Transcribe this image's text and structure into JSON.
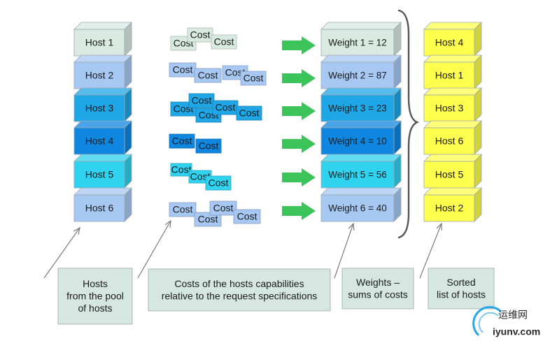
{
  "hosts": [
    {
      "label": "Host 1",
      "color": "#d9eae3"
    },
    {
      "label": "Host 2",
      "color": "#a7c8f2"
    },
    {
      "label": "Host 3",
      "color": "#1ea6e6"
    },
    {
      "label": "Host 4",
      "color": "#0f86e0"
    },
    {
      "label": "Host 5",
      "color": "#2fd2ef"
    },
    {
      "label": "Host 6",
      "color": "#a7c8f2"
    }
  ],
  "cost_word": "Cost",
  "weights": [
    "Weight 1 = 12",
    "Weight 2 = 87",
    "Weight 3 = 23",
    "Weight 4 = 10",
    "Weight 5 = 56",
    "Weight 6 = 40"
  ],
  "sorted_hosts": [
    "Host 4",
    "Host 1",
    "Host 3",
    "Host 6",
    "Host 5",
    "Host 2"
  ],
  "sorted_color": "#ffff4d",
  "arrow_color": "#3cc35a",
  "callouts": [
    {
      "key": "hosts",
      "lines": [
        "Hosts",
        "from the pool",
        "of hosts"
      ]
    },
    {
      "key": "costs",
      "lines": [
        "Costs of the hosts capabilities",
        "relative to the request specifications"
      ]
    },
    {
      "key": "weights",
      "lines": [
        "Weights –",
        "sums of costs"
      ]
    },
    {
      "key": "sorted",
      "lines": [
        "Sorted",
        "list of hosts"
      ]
    }
  ],
  "callout_color": "#d6e6e0",
  "watermark": {
    "line1": "运维网",
    "line2": "iyunv.com"
  }
}
